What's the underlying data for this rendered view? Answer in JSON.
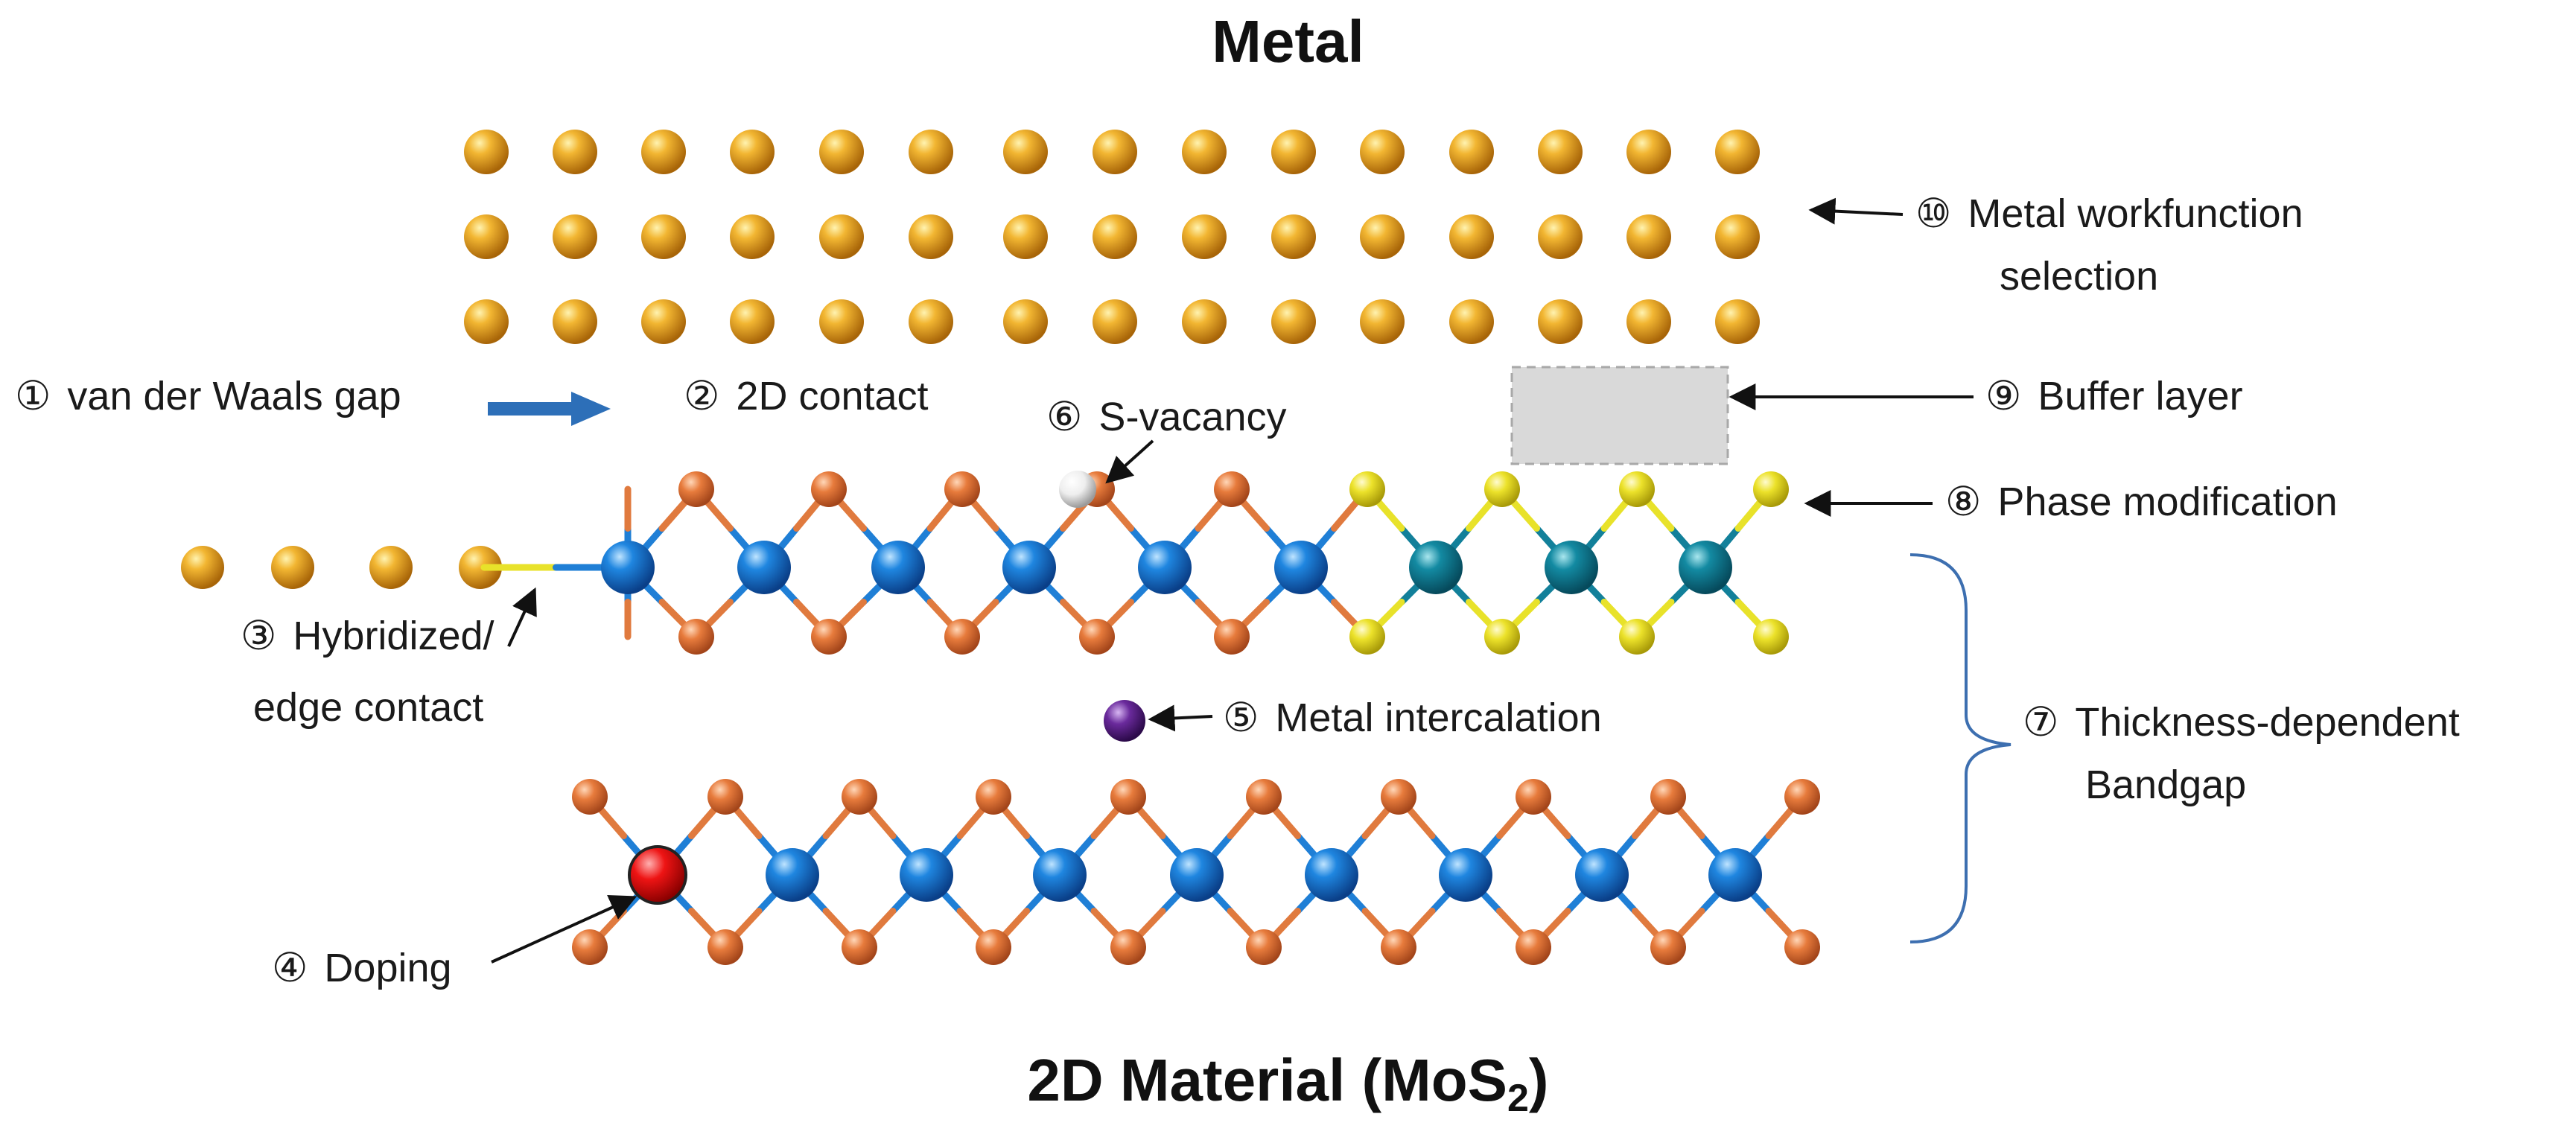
{
  "titles": {
    "metal": "Metal",
    "material_main": "2D Material (MoS",
    "material_sub": "2",
    "material_close": ")"
  },
  "labels": {
    "l1": {
      "num": "①",
      "text": "van der Waals gap"
    },
    "l2": {
      "num": "②",
      "text": "2D contact"
    },
    "l3": {
      "num": "③",
      "line1": "Hybridized/",
      "line2": "edge contact"
    },
    "l4": {
      "num": "④",
      "text": "Doping"
    },
    "l5": {
      "num": "⑤",
      "text": "Metal intercalation"
    },
    "l6": {
      "num": "⑥",
      "text": "S-vacancy"
    },
    "l7": {
      "num": "⑦",
      "line1": "Thickness-dependent",
      "line2": "Bandgap"
    },
    "l8": {
      "num": "⑧",
      "text": "Phase modification"
    },
    "l9": {
      "num": "⑨",
      "text": "Buffer layer"
    },
    "l10": {
      "num": "⑩",
      "line1": "Metal workfunction",
      "line2": "selection"
    }
  },
  "colors": {
    "metal_atom": "#e6a01e",
    "mo_atom": "#1f7fd6",
    "mo_atom_phase": "#12809a",
    "s_atom": "#e07a3e",
    "s_atom_phase": "#e8e22a",
    "vacancy": "#f2f2f2",
    "intercalant": "#6a2a9c",
    "dopant": "#e01010",
    "buffer": "#d9d9d9",
    "gap_arrow": "#2d6fb8"
  }
}
